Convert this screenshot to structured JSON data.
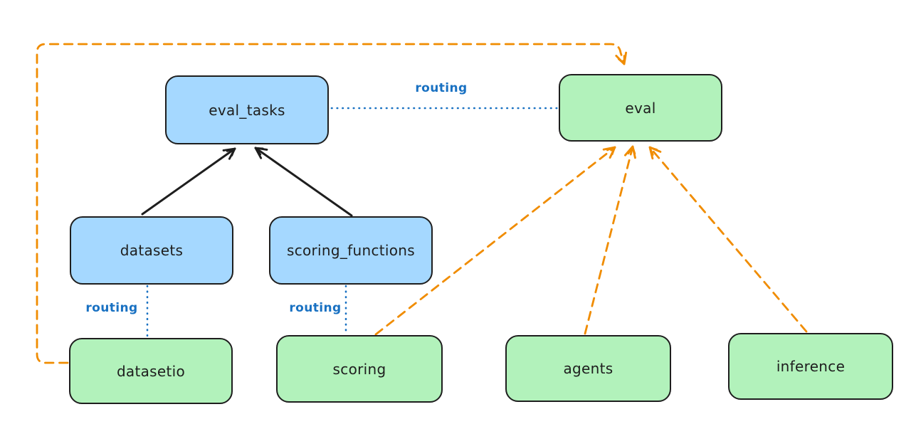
{
  "diagram": {
    "title": "",
    "labels": {
      "routing": "routing"
    },
    "colors": {
      "background": "#ffffff",
      "resource_box_fill": "#a5d8ff",
      "provider_box_fill": "#b2f2bb",
      "box_stroke": "#1e1e1e",
      "routing_edge": "#1971c2",
      "dependency_edge": "#f08c00",
      "solid_arrow": "#1e1e1e"
    },
    "nodes": [
      {
        "id": "eval_tasks",
        "label": "eval_tasks",
        "color_group": "blue"
      },
      {
        "id": "eval",
        "label": "eval",
        "color_group": "green"
      },
      {
        "id": "datasets",
        "label": "datasets",
        "color_group": "blue"
      },
      {
        "id": "scoring_functions",
        "label": "scoring_functions",
        "color_group": "blue"
      },
      {
        "id": "datasetio",
        "label": "datasetio",
        "color_group": "green"
      },
      {
        "id": "scoring",
        "label": "scoring",
        "color_group": "green"
      },
      {
        "id": "agents",
        "label": "agents",
        "color_group": "green"
      },
      {
        "id": "inference",
        "label": "inference",
        "color_group": "green"
      }
    ],
    "edges": [
      {
        "from": "datasets",
        "to": "eval_tasks",
        "style": "solid-black-arrow",
        "label": ""
      },
      {
        "from": "scoring_functions",
        "to": "eval_tasks",
        "style": "solid-black-arrow",
        "label": ""
      },
      {
        "from": "eval_tasks",
        "to": "eval",
        "style": "blue-dotted",
        "label": "routing"
      },
      {
        "from": "datasets",
        "to": "datasetio",
        "style": "blue-dotted",
        "label": "routing"
      },
      {
        "from": "scoring_functions",
        "to": "scoring",
        "style": "blue-dotted",
        "label": "routing"
      },
      {
        "from": "datasetio",
        "to": "eval",
        "style": "orange-dashed-arrow",
        "label": ""
      },
      {
        "from": "scoring",
        "to": "eval",
        "style": "orange-dashed-arrow",
        "label": ""
      },
      {
        "from": "agents",
        "to": "eval",
        "style": "orange-dashed-arrow",
        "label": ""
      },
      {
        "from": "inference",
        "to": "eval",
        "style": "orange-dashed-arrow",
        "label": ""
      }
    ]
  }
}
